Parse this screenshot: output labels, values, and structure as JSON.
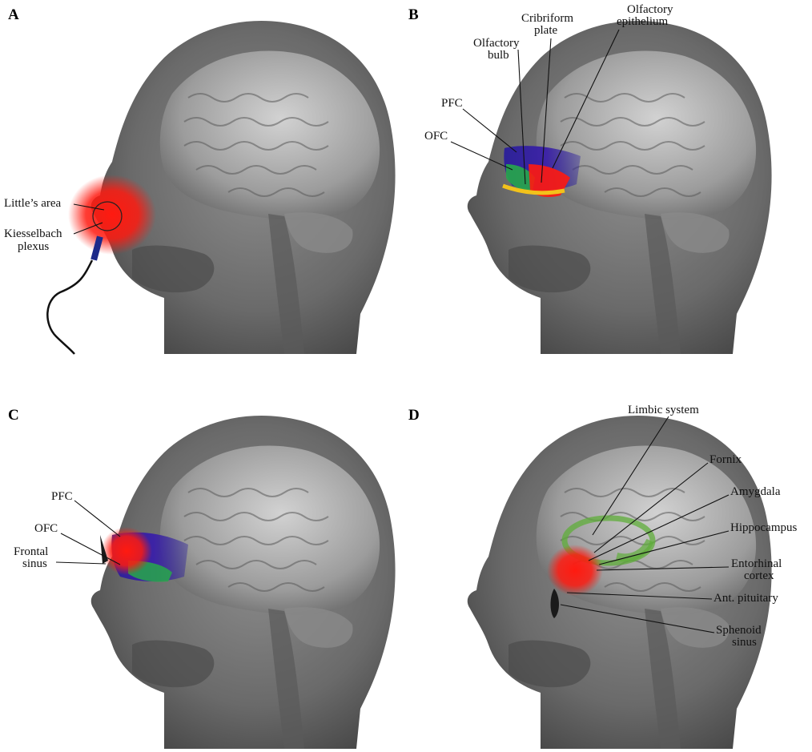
{
  "panels": [
    {
      "letter": "A",
      "labels": {
        "littles_area": "Little’s area",
        "kiesselbach_l1": "Kiesselbach",
        "kiesselbach_l2": "plexus"
      }
    },
    {
      "letter": "B",
      "labels": {
        "olfactory_epithelium_l1": "Olfactory",
        "olfactory_epithelium_l2": "epithelium",
        "cribriform_l1": "Cribriform",
        "cribriform_l2": "plate",
        "olfactory_bulb_l1": "Olfactory",
        "olfactory_bulb_l2": "bulb",
        "pfc": "PFC",
        "ofc": "OFC"
      }
    },
    {
      "letter": "C",
      "labels": {
        "pfc": "PFC",
        "ofc": "OFC",
        "frontal_sinus_l1": "Frontal",
        "frontal_sinus_l2": "sinus"
      }
    },
    {
      "letter": "D",
      "labels": {
        "limbic_system": "Limbic system",
        "fornix": "Fornix",
        "amygdala": "Amygdala",
        "hippocampus": "Hippocampus",
        "entorhinal_l1": "Entorhinal",
        "entorhinal_l2": "cortex",
        "ant_pituitary": "Ant. pituitary",
        "sphenoid_l1": "Sphenoid",
        "sphenoid_l2": "sinus"
      }
    }
  ],
  "colors": {
    "stimulation_red": "#ff1a10",
    "pfc_blue": "#2a1f9a",
    "ofc_green": "#27a84a",
    "limbic_green": "#5fae3a",
    "olfactory_yellow": "#f2c21b",
    "head_gray": "#6b6b6b"
  }
}
